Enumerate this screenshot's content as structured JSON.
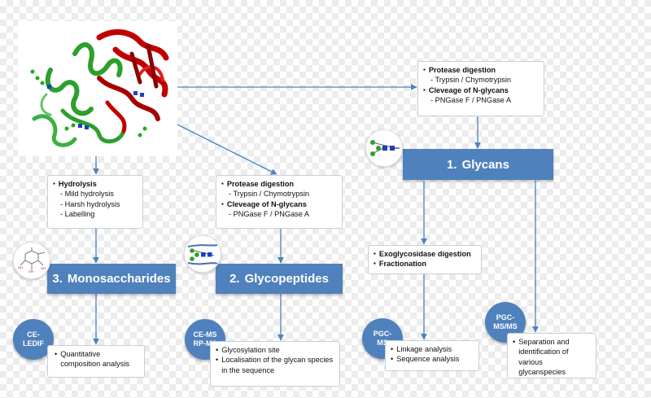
{
  "top_box": {
    "heading1": "Protease digestion",
    "sub1": "- Trypsin / Chymotrypsin",
    "heading2": "Cleveage of N-glycans",
    "sub2": "- PNGase F / PNGase A"
  },
  "left_box": {
    "heading": "Hydrolysis",
    "items": [
      "- Mild hydrolysis",
      "- Harsh hydrolysis",
      "- Labelling"
    ]
  },
  "middle_box": {
    "heading1": "Protease digestion",
    "sub1": "- Trypsin / Chymotrypsin",
    "heading2": "Cleveage of N-glycans",
    "sub2": "- PNGase F / PNGase A"
  },
  "exo_box": {
    "item1": "Exoglycosidase digestion",
    "item2": "Fractionation"
  },
  "banners": {
    "glycans": {
      "num": "1.",
      "label": "Glycans"
    },
    "glycopeptides": {
      "num": "2.",
      "label": "Glycopeptides"
    },
    "monosaccharides": {
      "num": "3.",
      "label": "Monosaccharides"
    }
  },
  "methods": {
    "ce_ledif": [
      "CE-",
      "LEDIF"
    ],
    "ce_ms": [
      "CE-MS",
      "RP-MS"
    ],
    "pgc_ms": [
      "PGC-",
      "MS"
    ],
    "pgc_msms": [
      "PGC-",
      "MS/MS"
    ]
  },
  "results": {
    "mono": [
      "Quantitative composition analysis"
    ],
    "glycopep": [
      "Glycosylation site",
      "Localisation of the glycan species in the sequence"
    ],
    "linkage": [
      "Linkage analysis",
      "Sequence analysis"
    ],
    "separation": [
      "Separation and identification of various glycanspecies"
    ]
  },
  "colors": {
    "banner": "#4f81bd",
    "arrow": "#4f81bd",
    "protein_red": "#c00000",
    "protein_green": "#2ca02c"
  },
  "icons": {
    "protein": "protein-structure-icon",
    "glycan": "glycan-chain-icon",
    "glycopeptide": "glycopeptide-icon",
    "monosaccharide": "monosaccharide-structure-icon"
  }
}
